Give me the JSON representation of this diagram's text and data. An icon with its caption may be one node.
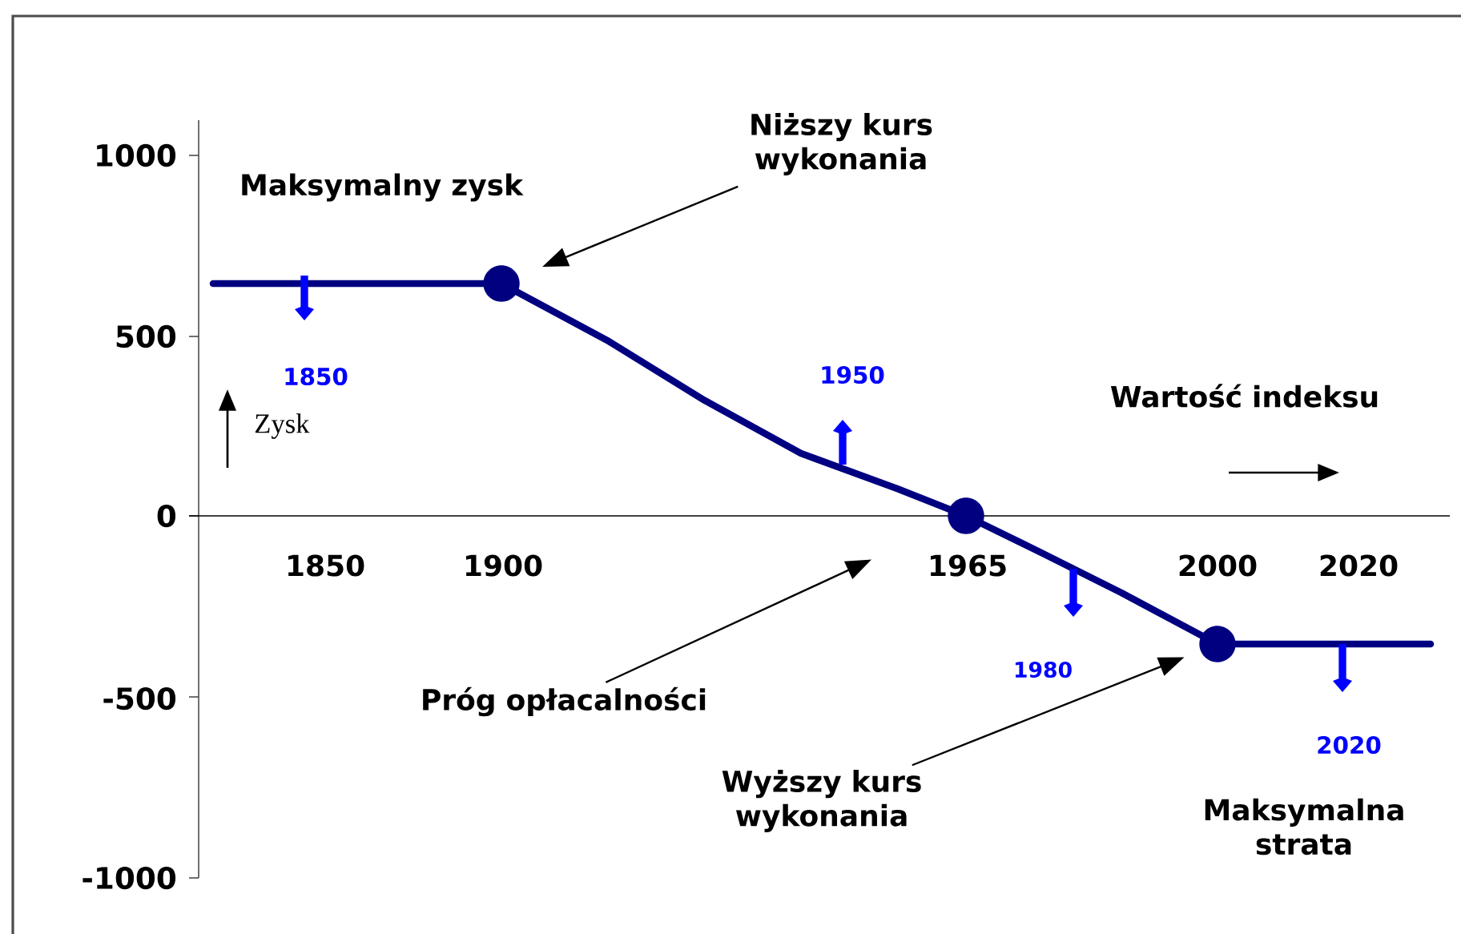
{
  "diagram": {
    "nodes": [
      {
        "text": [
          "Niższy kurs wykonania"
        ]
      },
      {
        "text": [],
        "shape": "circle"
      },
      {
        "text": [
          "Próg opłacalności"
        ]
      },
      {
        "text": [],
        "shape": "circle"
      },
      {
        "text": [
          "Wyższy kurs wykonania"
        ]
      },
      {
        "text": [],
        "shape": "circle"
      }
    ],
    "edges": [
      {
        "from": 0,
        "to": 1,
        "arrow": "to"
      },
      {
        "from": 2,
        "to": 3,
        "arrow": "to"
      },
      {
        "from": 4,
        "to": 5,
        "arrow": "to"
      }
    ],
    "labels": [
      "1000",
      "Maksymalny zysk",
      "500",
      "1850",
      "1950",
      "Wartość indeksu",
      "Zysk",
      "0",
      "1850",
      "1900",
      "1965",
      "2000",
      "2020",
      "1980",
      "-500",
      "2020",
      "Maksymalna strata",
      "-1000"
    ]
  }
}
